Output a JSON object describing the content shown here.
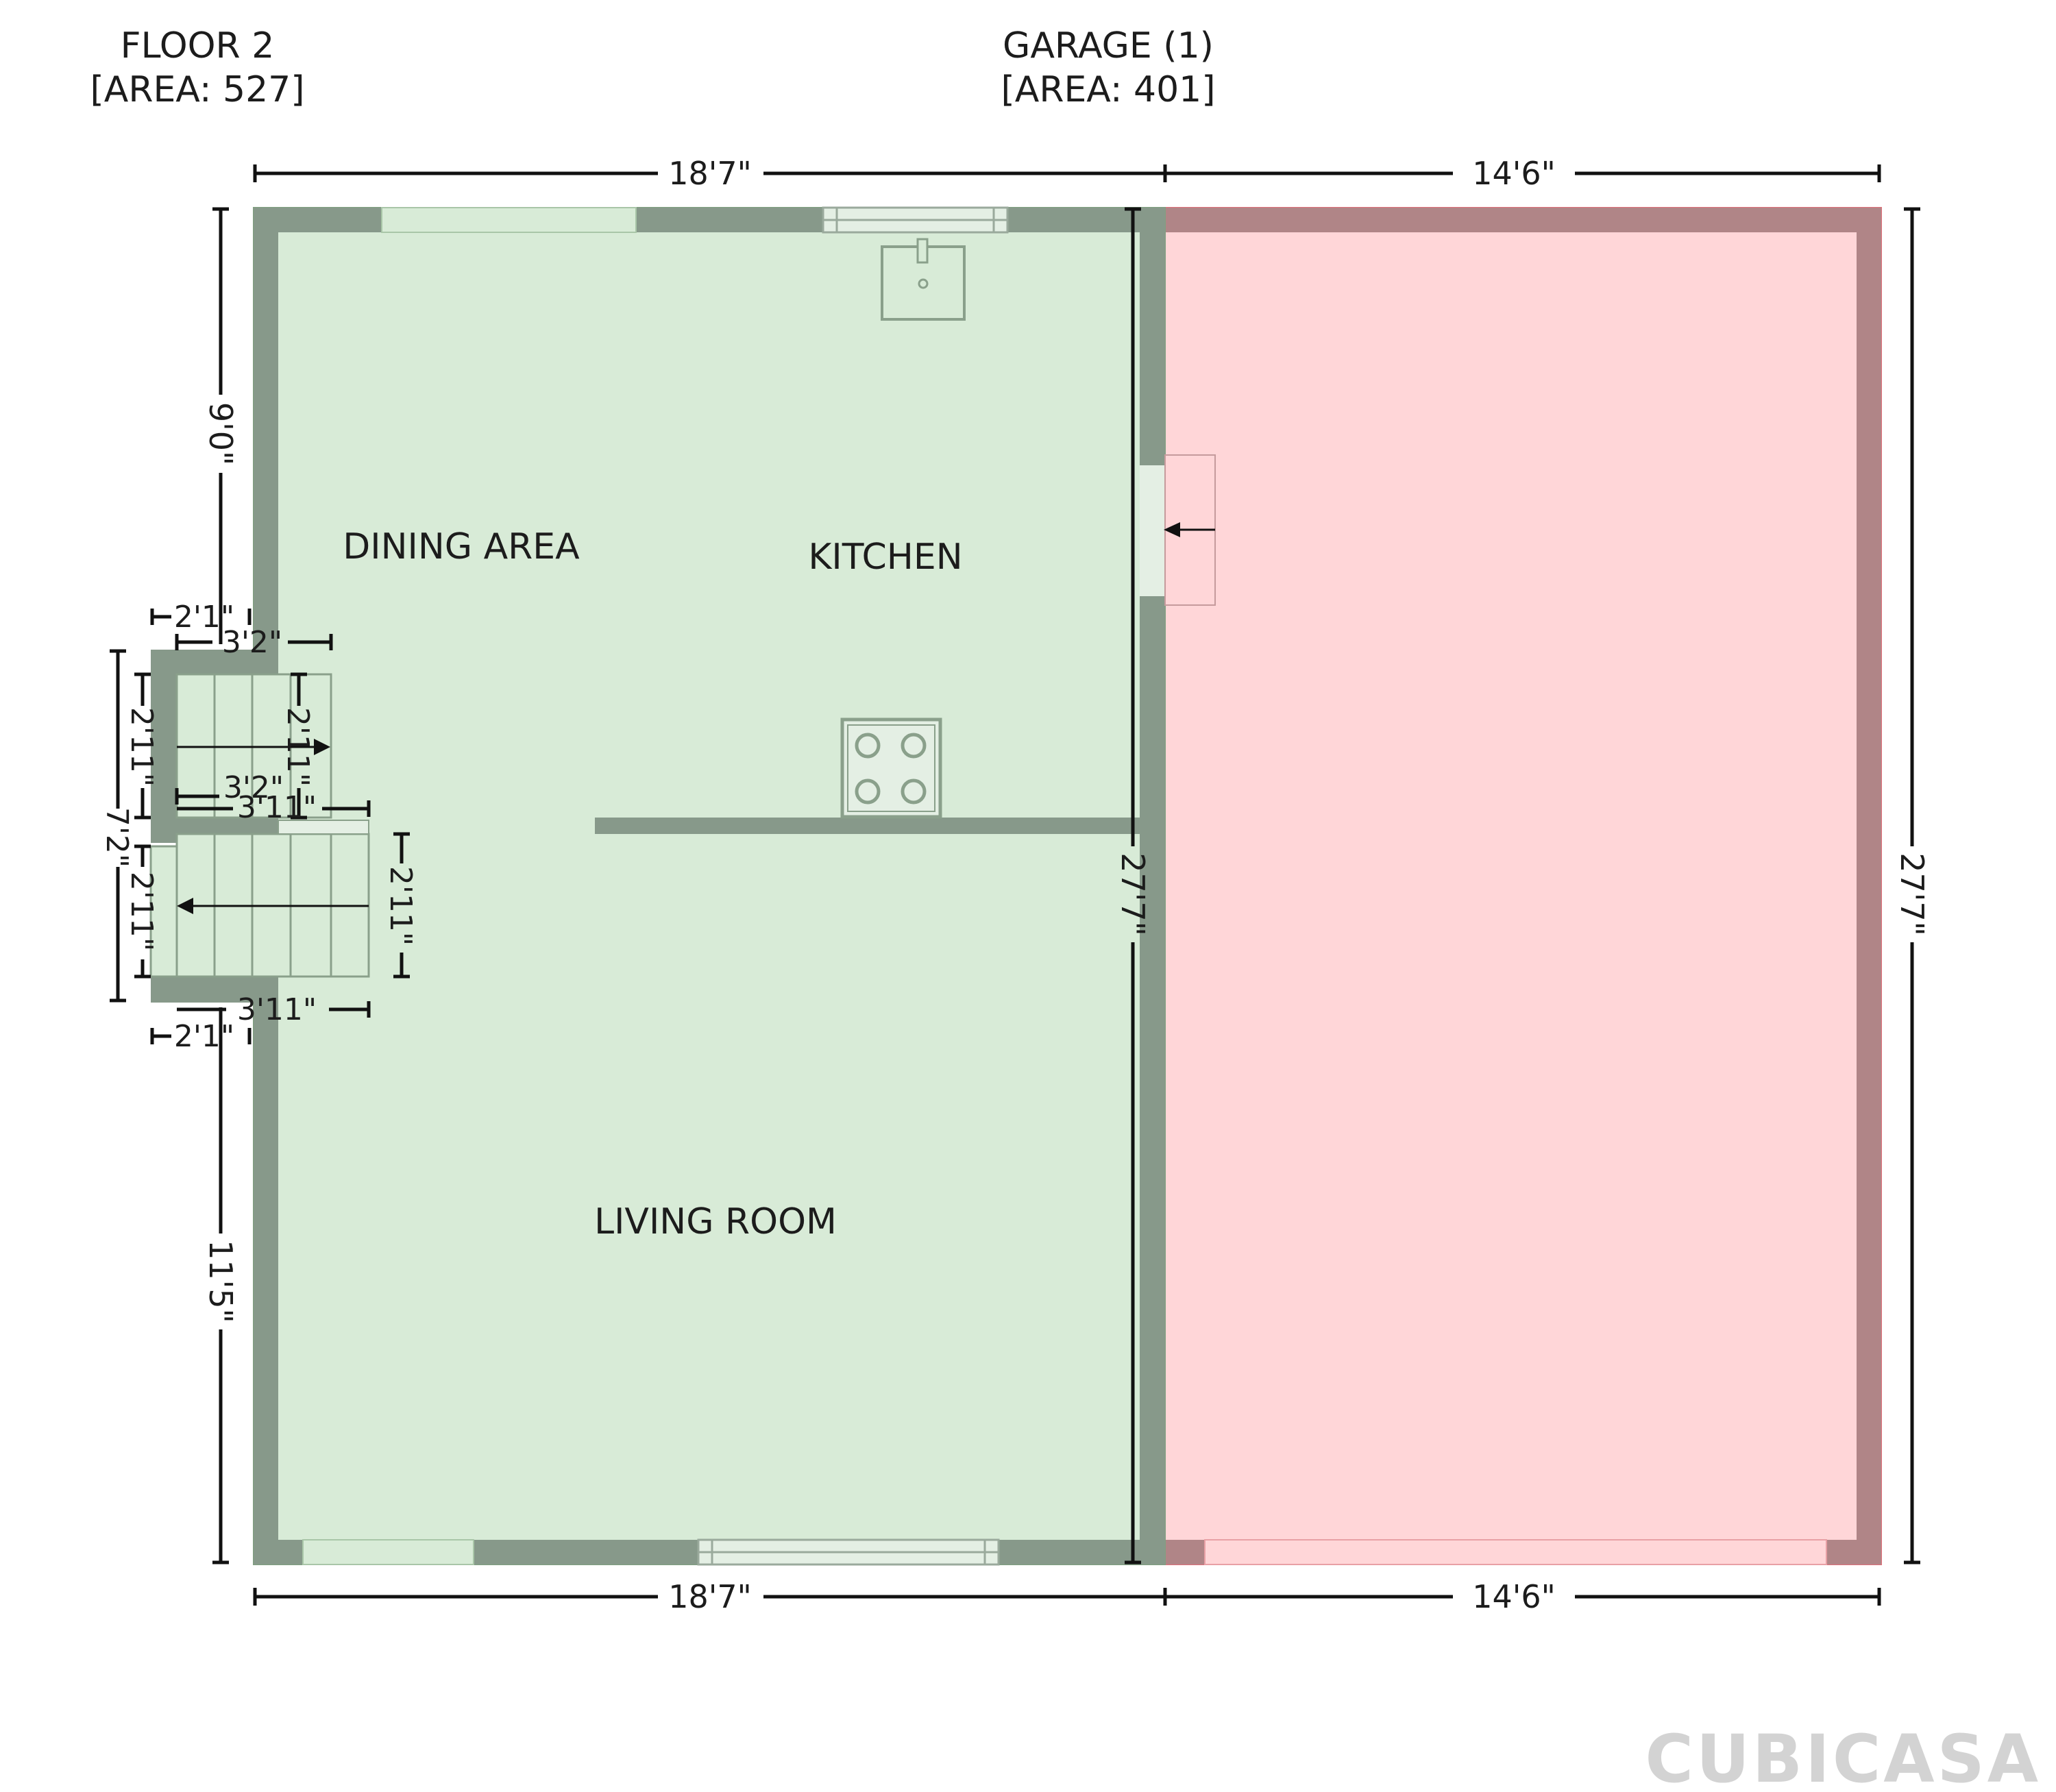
{
  "headers": {
    "floor": {
      "title": "FLOOR 2",
      "area": "[AREA: 527]"
    },
    "garage": {
      "title": "GARAGE (1)",
      "area": "[AREA: 401]"
    }
  },
  "rooms": {
    "dining": "DINING AREA",
    "kitchen": "KITCHEN",
    "living": "LIVING ROOM"
  },
  "dimensions": {
    "top_left": "18'7\"",
    "top_right": "14'6\"",
    "bottom_left": "18'7\"",
    "bottom_right": "14'6\"",
    "left_upper": "9'0\"",
    "left_lower": "11'5\"",
    "right_outer": "27'7\"",
    "partition": "27'7\"",
    "stair_overall": "7'2\"",
    "stair_top_width": "2'1\"",
    "stair_upper_run": "3'2\"",
    "stair_upper_left": "2'11\"",
    "stair_upper_right": "2'11\"",
    "stair_mid_run": "3'2\"",
    "stair_mid_run2": "3'11\"",
    "stair_lower_left": "2'11\"",
    "stair_lower_right": "2'11\"",
    "stair_lower_run": "3'11\"",
    "stair_bottom_width": "2'1\""
  },
  "colors": {
    "floor_fill": "#d8ebd7",
    "floor_wall": "#87998a",
    "garage_fill": "#ffd6d8",
    "garage_wall": "#b08587",
    "dimension_line": "#111111"
  },
  "icons": [
    "sink-icon",
    "cooktop-icon",
    "stair-arrow-icon",
    "door-arrow-icon"
  ],
  "logo": "CUBICASA"
}
